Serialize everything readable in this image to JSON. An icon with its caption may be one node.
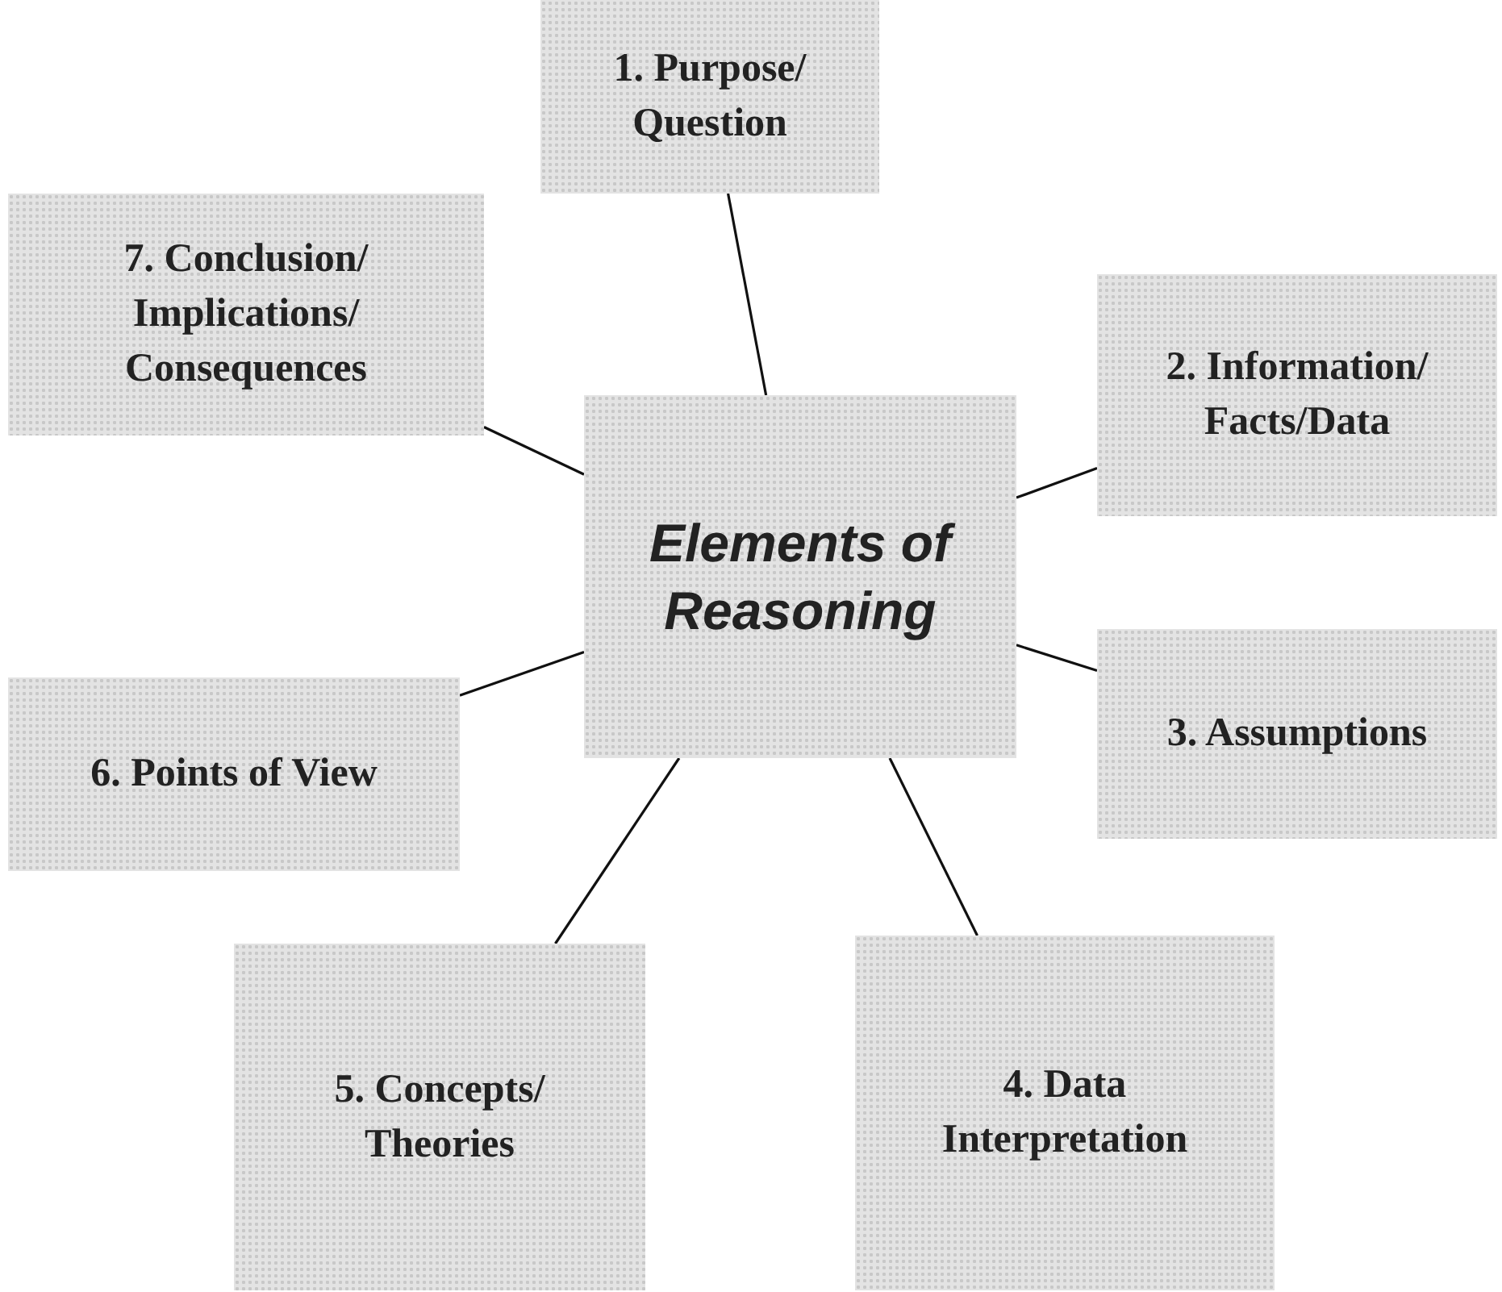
{
  "diagram": {
    "nodes": [
      {
        "text": [
          "Elements of Reasoning"
        ]
      },
      {
        "text": [
          "1. Purpose/ Question"
        ]
      },
      {
        "text": [
          "2. Information/ Facts/Data"
        ]
      },
      {
        "text": [
          "3. Assumptions"
        ]
      },
      {
        "text": [
          "4. Data Interpretation"
        ]
      },
      {
        "text": [
          "5. Concepts/ Theories"
        ]
      },
      {
        "text": [
          "6. Points of View"
        ]
      },
      {
        "text": [
          "7. Conclusion/ Implications/ Consequences"
        ]
      }
    ],
    "edges": [
      {
        "from": 0,
        "to": 1,
        "arrow": "none"
      },
      {
        "from": 0,
        "to": 2,
        "arrow": "none"
      },
      {
        "from": 0,
        "to": 3,
        "arrow": "none"
      },
      {
        "from": 0,
        "to": 4,
        "arrow": "none"
      },
      {
        "from": 0,
        "to": 5,
        "arrow": "none"
      },
      {
        "from": 0,
        "to": 6,
        "arrow": "none"
      },
      {
        "from": 0,
        "to": 7,
        "arrow": "none"
      }
    ]
  }
}
